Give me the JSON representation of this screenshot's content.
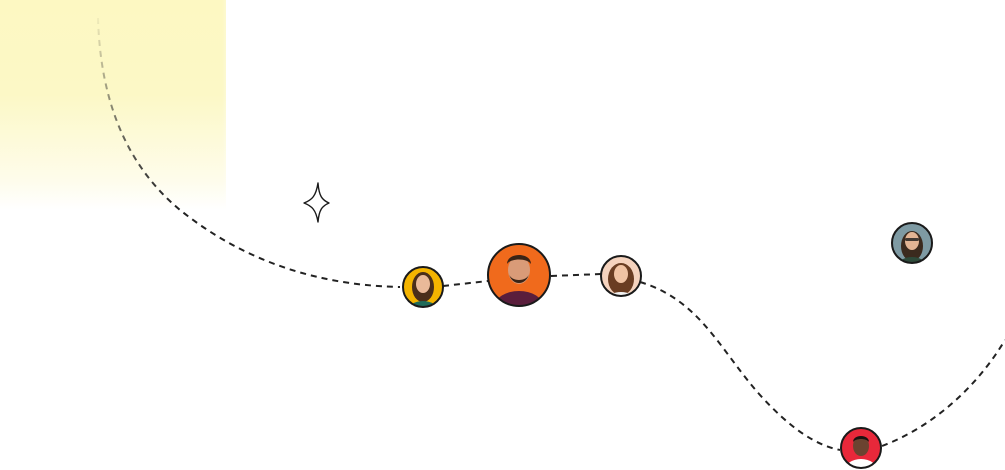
{
  "colors": {
    "background": "#ffffff",
    "glow": "#fcf8c6",
    "path_stroke": "#222222",
    "avatar_border": "#1a1a1a"
  },
  "decorations": {
    "sparkle": "sparkle-icon"
  },
  "avatars": [
    {
      "id": "avatar-woman-yellow",
      "bg": "#f4b400",
      "hair": "#4a2e1a",
      "skin": "#e9b999",
      "shirt": "#1f6b5a"
    },
    {
      "id": "avatar-man-orange",
      "bg": "#f06a1c",
      "hair": "#3a2416",
      "skin": "#d99b78",
      "shirt": "#5a1e3c"
    },
    {
      "id": "avatar-woman-peach",
      "bg": "#f5d3be",
      "hair": "#6a3d22",
      "skin": "#f0c3a3",
      "shirt": "#f2f2f2"
    },
    {
      "id": "avatar-woman-grey",
      "bg": "#7e9aa3",
      "hair": "#3b2a1e",
      "skin": "#e2b494",
      "shirt": "#2e4a3a"
    },
    {
      "id": "avatar-man-red",
      "bg": "#e8283a",
      "hair": "#1a1210",
      "skin": "#6b4330",
      "shirt": "#ffffff"
    }
  ]
}
